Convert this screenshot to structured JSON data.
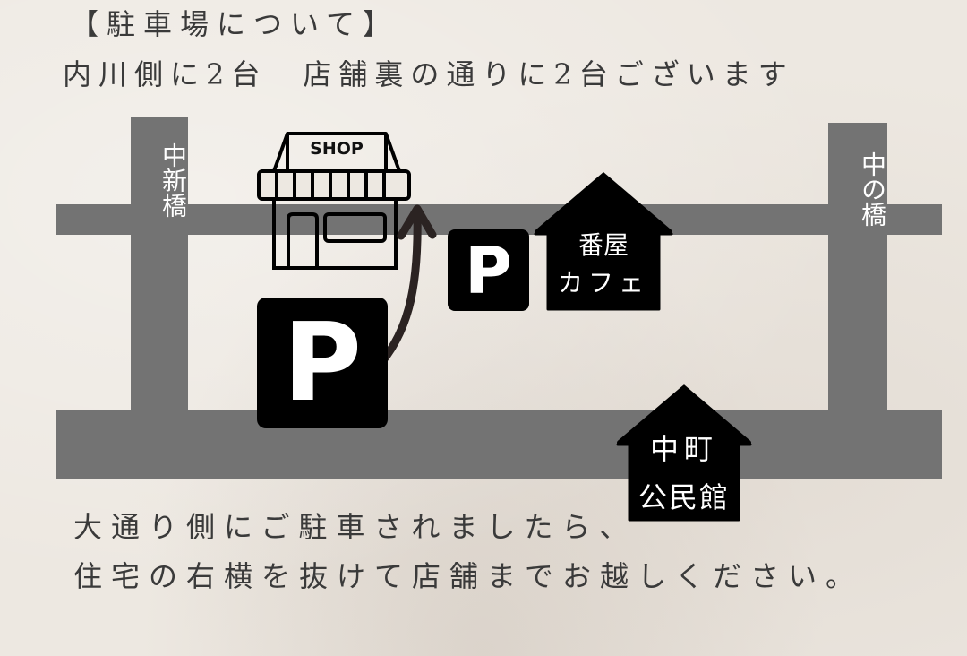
{
  "header": {
    "title": "【駐車場について】",
    "subtitle": "内川側に2台　店舗裏の通りに2台ございます"
  },
  "map": {
    "roads": {
      "left_bridge": "中新橋",
      "right_bridge": "中の橋"
    },
    "shop": {
      "sign": "SHOP"
    },
    "parking": {
      "large_sign": "P",
      "small_sign": "P"
    },
    "landmarks": [
      {
        "name": "番屋カフェ",
        "line1": "番屋",
        "line2": "カフェ"
      },
      {
        "name": "中町公民館",
        "line1": "中町",
        "line2": "公民館"
      }
    ],
    "colors": {
      "road": "#737373",
      "sign_bg": "#000000",
      "arrow": "#2b2322",
      "background": "#ede8e1"
    }
  },
  "footer": {
    "note_line1": "大通り側にご駐車されましたら、",
    "note_line2": "住宅の右横を抜けて店舗までお越しください。"
  }
}
